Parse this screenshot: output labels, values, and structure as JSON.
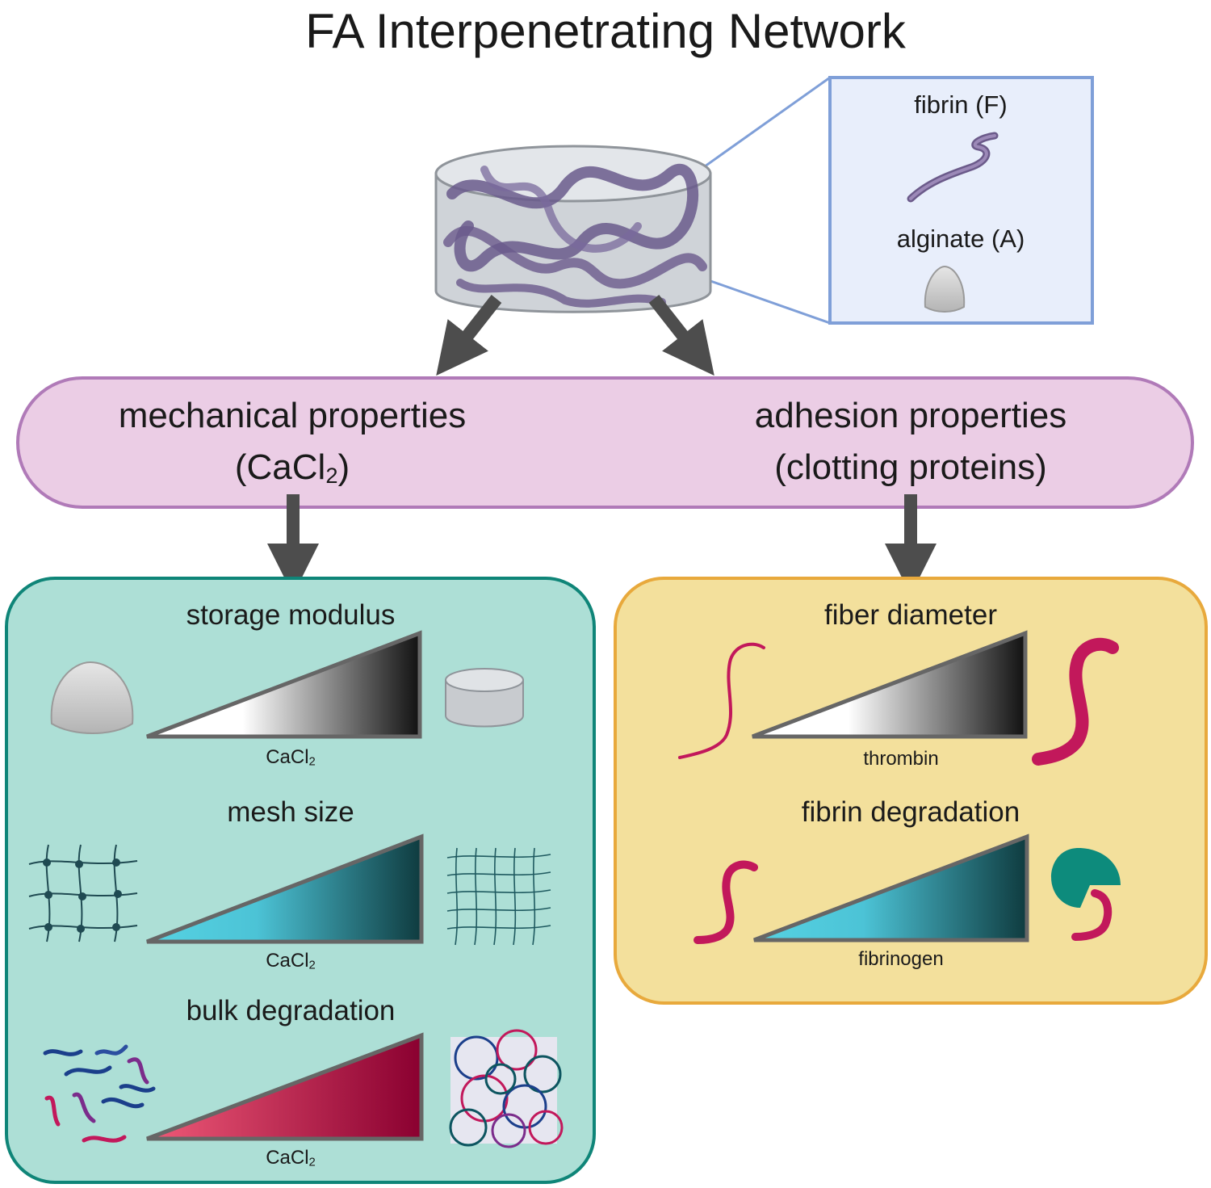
{
  "title": "FA Interpenetrating Network",
  "inset": {
    "fibrin_label": "fibrin (F)",
    "alginate_label": "alginate (A)"
  },
  "pill": {
    "left_title": "mechanical properties",
    "left_sub_main": "(CaCl",
    "left_sub_sub": "2",
    "left_sub_close": ")",
    "right_title": "adhesion properties",
    "right_sub": "(clotting proteins)"
  },
  "left_panel": {
    "storage_title": "storage modulus",
    "mesh_title": "mesh size",
    "bulk_title": "bulk degradation",
    "cacl_main": "CaCl",
    "cacl_sub": "2"
  },
  "right_panel": {
    "fiber_title": "fiber diameter",
    "fiber_axis": "thrombin",
    "degradation_title": "fibrin degradation",
    "degradation_axis": "fibrinogen"
  },
  "colors": {
    "pill_fill": "#ebcde5",
    "pill_stroke": "#b07ab8",
    "left_panel_fill": "#addfd6",
    "left_panel_stroke": "#0f8578",
    "right_panel_fill": "#f3e09c",
    "right_panel_stroke": "#e8a93c",
    "inset_fill": "#e8eefb",
    "inset_stroke": "#7f9fd8",
    "fibrin_purple": "#7b6699",
    "magenta": "#c2185b",
    "teal_dark": "#0d8b7c",
    "arrow_gray": "#4d4d4d"
  }
}
